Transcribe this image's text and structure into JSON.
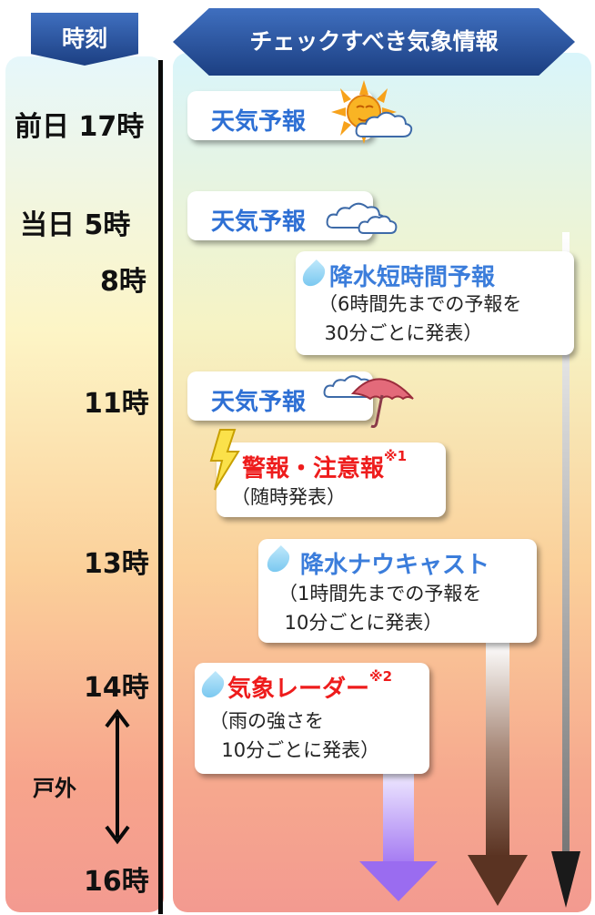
{
  "header": {
    "time_label": "時刻",
    "info_label": "チェックすべき気象情報"
  },
  "times": {
    "prev_day_17": "前日 17時",
    "same_day_5": "当日  5時",
    "h8": "8時",
    "h11": "11時",
    "h13": "13時",
    "h14": "14時",
    "h16": "16時"
  },
  "outdoor_label": "戸外",
  "forecasts": {
    "f1": "天気予報",
    "f2": "天気予報",
    "f3": "天気予報"
  },
  "precip_short": {
    "title": "降水短時間予報",
    "note": "（6時間先までの予報を\n 30分ごとに発表）"
  },
  "warning": {
    "title": "警報・注意報",
    "sup": "※1",
    "note": "（随時発表）"
  },
  "nowcast": {
    "title": "降水ナウキャスト",
    "note": "（1時間先までの予報を\n 10分ごとに発表）"
  },
  "radar": {
    "title": "気象レーダー",
    "sup": "※2",
    "note": "（雨の強さを\n  10分ごとに発表）"
  },
  "colors": {
    "header_blue": "#2a529c",
    "title_blue": "#3b7ddb",
    "title_red": "#ee1c1c",
    "arrow_violet": "#9a6cf0",
    "arrow_brown": "#5a3322"
  }
}
